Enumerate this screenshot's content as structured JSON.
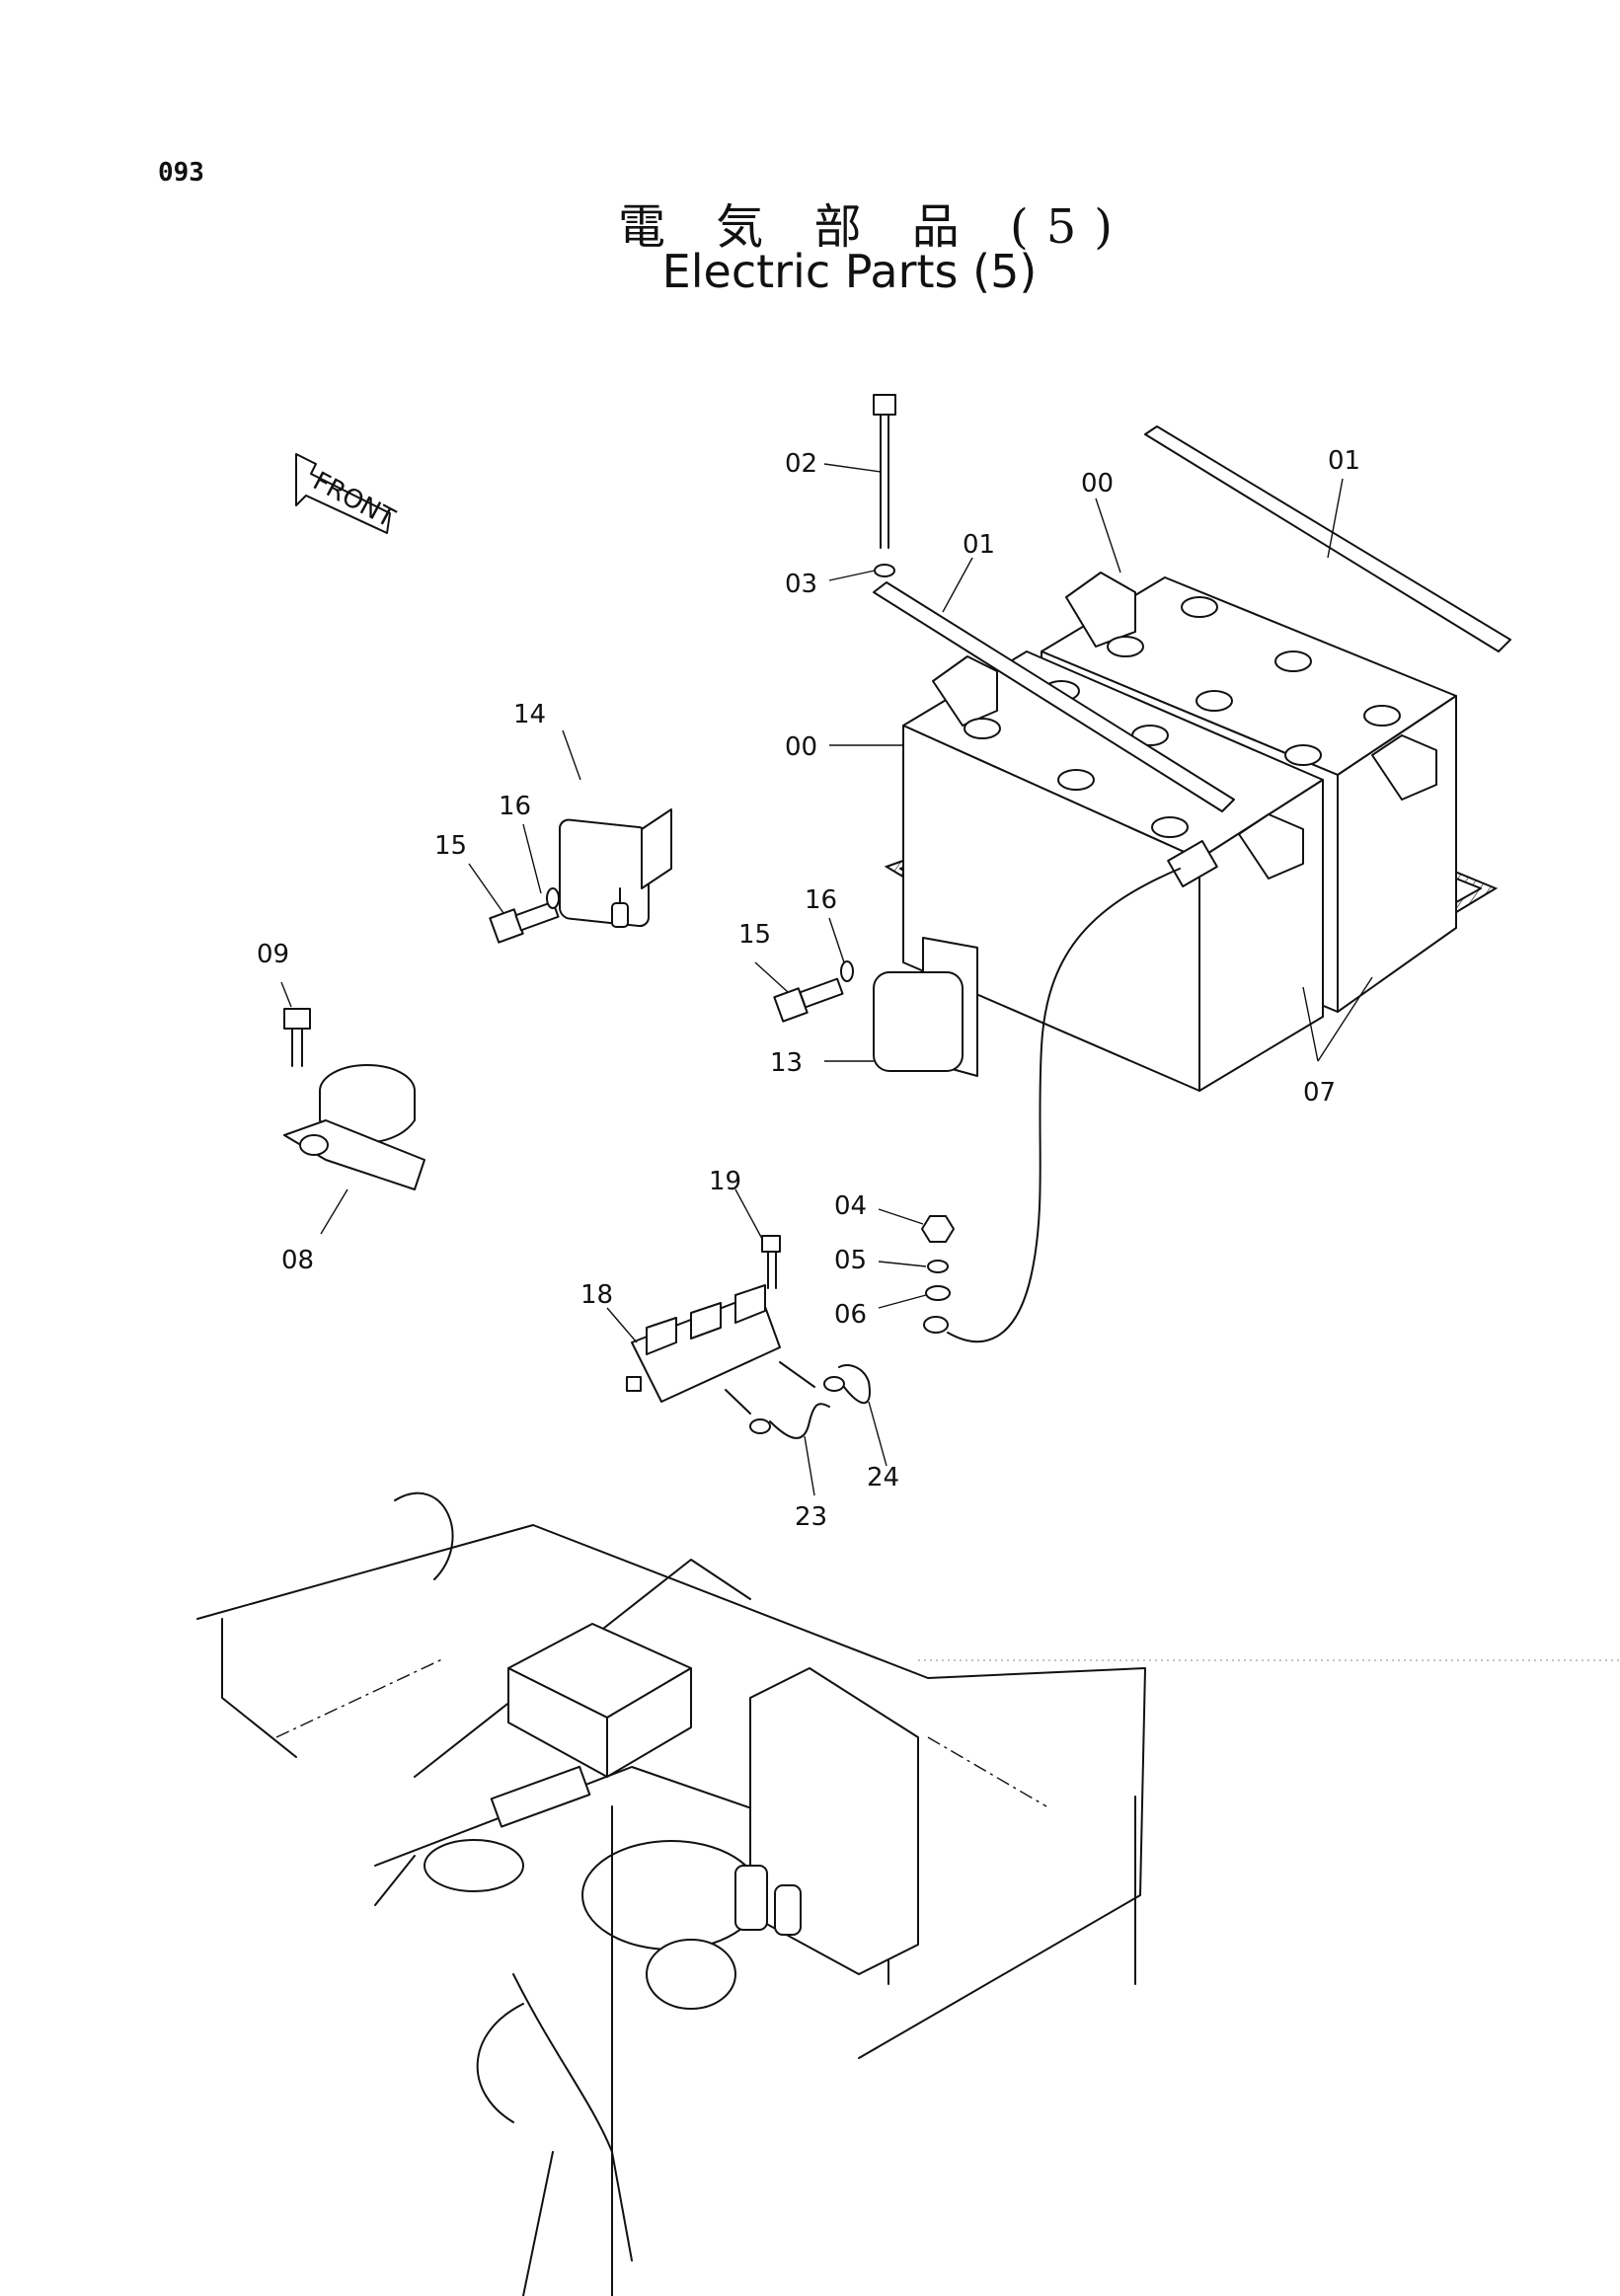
{
  "page_number": "093",
  "title_jp": "電 気 部 品 (5)",
  "title_en": "Electric Parts (5)",
  "front_label": "FRONT",
  "callouts": {
    "c00a": "00",
    "c00b": "00",
    "c01a": "01",
    "c01b": "01",
    "c02": "02",
    "c03": "03",
    "c04": "04",
    "c05": "05",
    "c06": "06",
    "c07": "07",
    "c08": "08",
    "c09": "09",
    "c13": "13",
    "c14": "14",
    "c15a": "15",
    "c15b": "15",
    "c16a": "16",
    "c16b": "16",
    "c18": "18",
    "c19": "19",
    "c23": "23",
    "c24": "24"
  }
}
